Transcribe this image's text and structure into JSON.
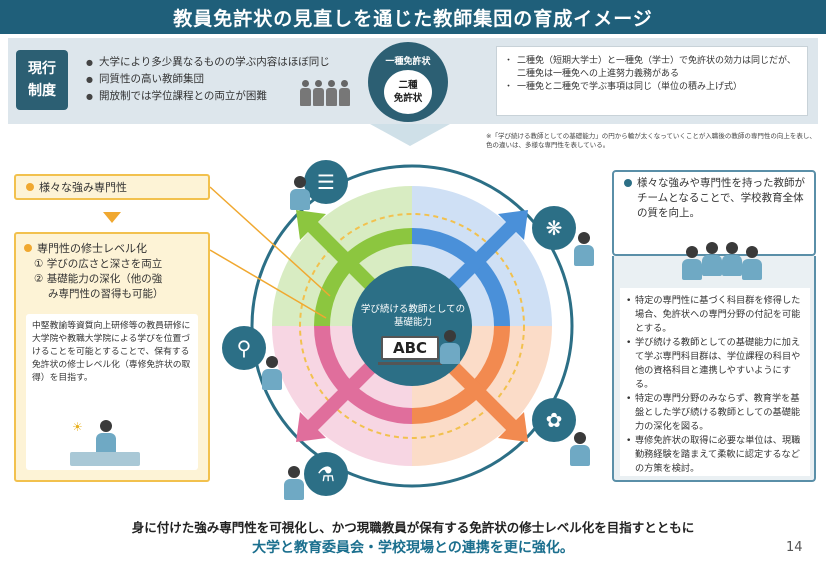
{
  "title": "教員免許状の見直しを通じた教師集団の育成イメージ",
  "current_system": {
    "label": "現行\n制度",
    "bullets": [
      "大学により多少異なるものの学ぶ内容はほぼ同じ",
      "同質性の高い教師集団",
      "開放制では学位課程との両立が困難"
    ]
  },
  "license_badge": {
    "outer_label": "一種免許状",
    "inner_label": "二種\n免許状"
  },
  "current_notes": [
    "二種免（短期大学士）と一種免（学士）で免許状の効力は同じだが、二種免は一種免への上進努力義務がある",
    "一種免と二種免で学ぶ事項は同じ（単位の積み上げ式）"
  ],
  "footnote": "※「学び続ける教師としての基礎能力」の円から輪が太くなっていくことが入職後の教師の専門性の向上を表し、色の違いは、多様な専門性を表している。",
  "center": {
    "label": "学び続ける教師としての\n基礎能力",
    "board_text": "ABC"
  },
  "left_panel": {
    "box1": "様々な強み専門性",
    "box2_title": "専門性の修士レベル化",
    "box2_items": [
      "① 学びの広さと深さを両立",
      "② 基礎能力の深化（他の強",
      "み専門性の習得も可能）"
    ],
    "box2_detail": "中堅教諭等資質向上研修等の教員研修に大学院や教職大学院による学びを位置づけることを可能とすることで、保有する免許状の修士レベル化（専修免許状の取得）を目指す。"
  },
  "right_panel": {
    "headline": "様々な強みや専門性を持った教師がチームとなることで、学校教育全体の質を向上。",
    "bullets": [
      "特定の専門性に基づく科目群を修得した場合、免許状への専門分野の付記を可能とする。",
      "学び続ける教師としての基礎能力に加えて学ぶ専門科目群は、学位課程の科目や他の資格科目と連携しやすいようにする。",
      "特定の専門分野のみならず、教育学を基盤とした学び続ける教師としての基礎能力の深化を図る。",
      "専修免許状の取得に必要な単位は、現職勤務経験を踏まえて柔軟に認定するなどの方策を検討。"
    ]
  },
  "bottom": {
    "line1": "身に付けた強み専門性を可視化し、かつ現職教員が保有する免許状の修士レベル化を目指すとともに",
    "line2": "大学と教育委員会・学校現場との連携を更に強化。"
  },
  "page_number": "14",
  "colors": {
    "header": "#1f5f7a",
    "accent_orange": "#f0a830",
    "accent_teal": "#2c6f86",
    "ring_green": "#8cc63f",
    "ring_blue": "#4a90d9",
    "ring_pink": "#e06e9c",
    "ring_orange": "#f28a50"
  },
  "icons": [
    "books-icon",
    "brain-icon",
    "magnifier-icon",
    "plant-icon",
    "flask-icon"
  ]
}
